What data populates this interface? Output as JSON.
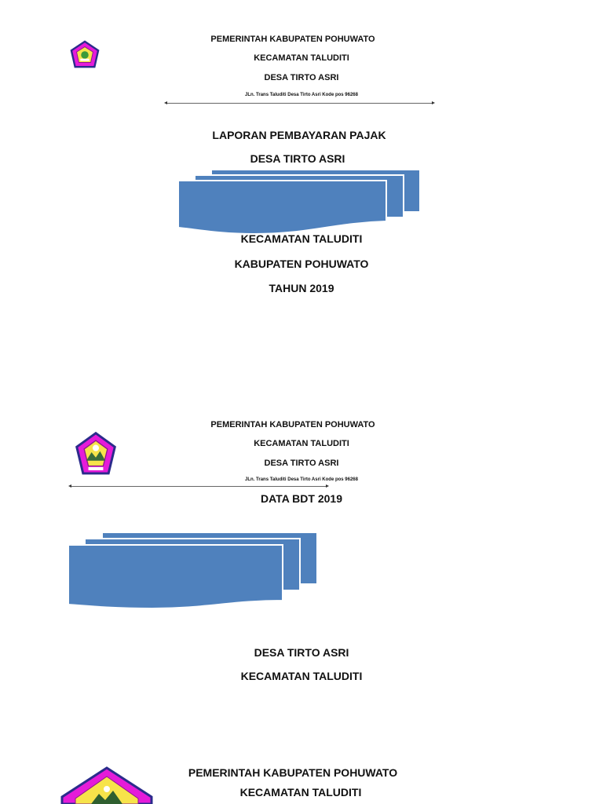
{
  "section1": {
    "header_line1": "PEMERINTAH KABUPATEN POHUWATO",
    "header_line2": "KECAMATAN TALUDITI",
    "header_line3": "DESA TIRTO ASRI",
    "address": "JLn. Trans Taluditi Desa Tirto Asri  Kode pos 96268",
    "title_line1": "LAPORAN PEMBAYARAN PAJAK",
    "title_line2": "DESA TIRTO ASRI",
    "footer_line1": "KECAMATAN TALUDITI",
    "footer_line2": "KABUPATEN POHUWATO",
    "footer_line3": "TAHUN 2019"
  },
  "section2": {
    "header_line1": "PEMERINTAH KABUPATEN POHUWATO",
    "header_line2": "KECAMATAN TALUDITI",
    "header_line3": "DESA TIRTO ASRI",
    "address": "JLn. Trans Taluditi Desa Tirto Asri  Kode pos 96268",
    "title": "DATA BDT 2019",
    "footer_line1": "DESA TIRTO ASRI",
    "footer_line2": "KECAMATAN TALUDITI"
  },
  "section3": {
    "header_line1": "PEMERINTAH KABUPATEN POHUWATO",
    "header_line2": "KECAMATAN TALUDITI"
  },
  "colors": {
    "shape_fill": "#4f81bd",
    "shape_stroke": "#ffffff",
    "emblem_magenta": "#e51bd9",
    "emblem_border": "#2b2b8c"
  },
  "icons": [
    "regency-emblem-icon"
  ]
}
